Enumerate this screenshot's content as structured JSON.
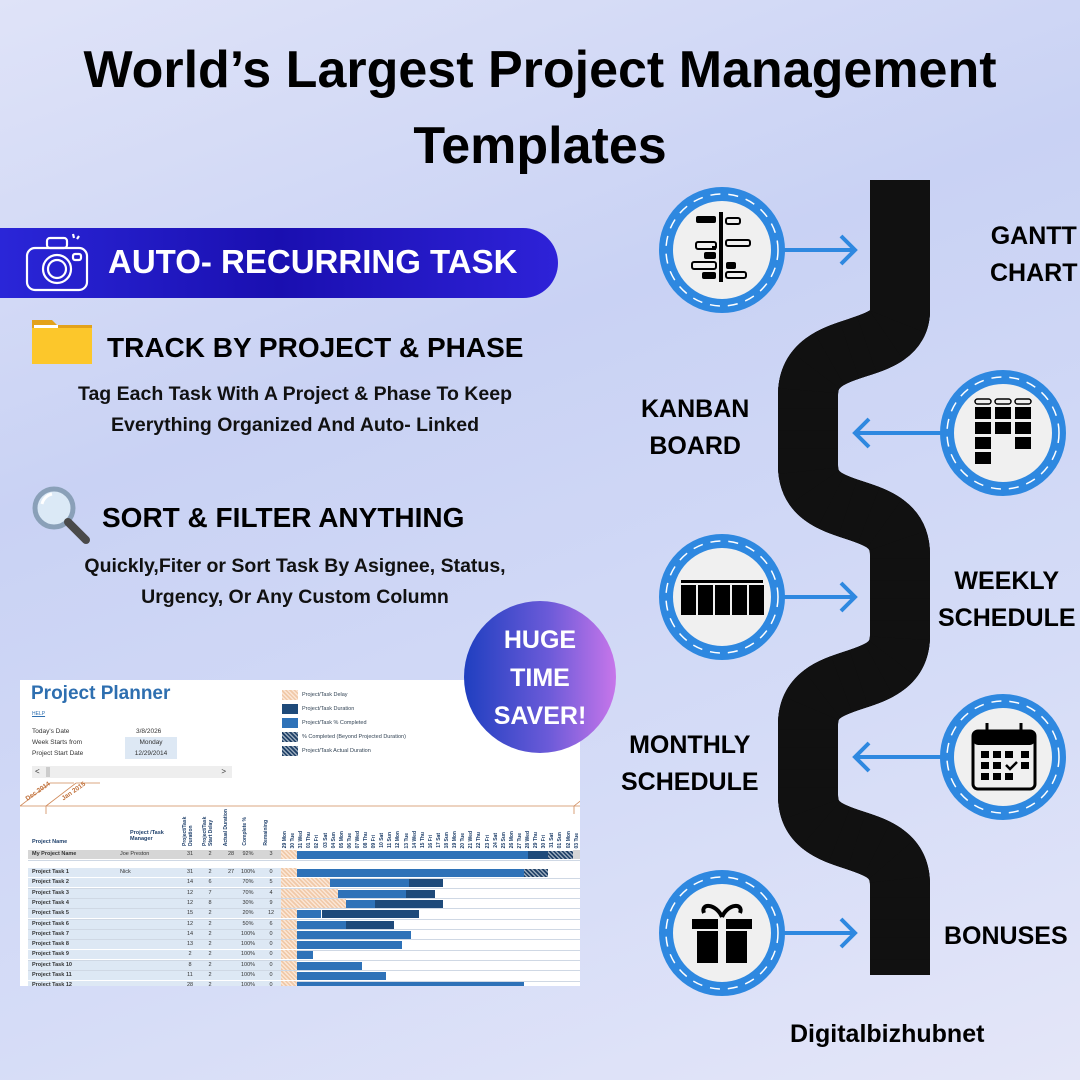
{
  "title": {
    "line1": "World’s Largest Project Management",
    "line2": "Templates"
  },
  "features": {
    "badge": "AUTO- RECURRING TASK",
    "track": {
      "heading": "TRACK BY PROJECT & PHASE",
      "line1": "Tag Each Task With A Project & Phase To Keep",
      "line2": "Everything Organized And Auto- Linked"
    },
    "sort": {
      "heading": "SORT & FILTER ANYTHING",
      "line1": "Quickly,Fiter or Sort Task By Asignee, Status,",
      "line2": "Urgency, Or Any Custom Column"
    }
  },
  "saver": {
    "l1": "HUGE",
    "l2": "TIME",
    "l3": "SAVER!"
  },
  "planner": {
    "title": "Project Planner",
    "help": "HELP",
    "todays_date_label": "Today's Date",
    "todays_date": "3/8/2026",
    "week_start_label": "Week Starts from",
    "week_start": "Monday",
    "start_date_label": "Project Start Date",
    "start_date": "12/29/2014",
    "scroll_left": "<",
    "scroll_right": ">",
    "legend": [
      "Project/Task Delay",
      "Project/Task Duration",
      "Project/Task % Completed",
      "% Completed (Beyond Projected Duration)",
      "Project/Task Actual Duration"
    ],
    "months": [
      "Dec 2014",
      "Jan 2015"
    ],
    "headers": {
      "name": "Project Name",
      "manager": "Project /Task Manager",
      "duration": "Project/Task Duration",
      "delay": "Project/Task Start Delay",
      "actual": "Actual Duration",
      "complete": "Complete %",
      "remaining": "Remaining"
    },
    "days": [
      "29 Mon",
      "30 Tue",
      "31 Wed",
      "01 Thu",
      "02 Fri",
      "03 Sat",
      "04 Sun",
      "05 Mon",
      "06 Tue",
      "07 Wed",
      "08 Thu",
      "09 Fri",
      "10 Sat",
      "11 Sun",
      "12 Mon",
      "13 Tue",
      "14 Wed",
      "15 Thu",
      "16 Fri",
      "17 Sat",
      "18 Sun",
      "19 Mon",
      "20 Tue",
      "21 Wed",
      "22 Thu",
      "23 Fri",
      "24 Sat",
      "25 Sun",
      "26 Mon",
      "27 Tue",
      "28 Wed",
      "29 Thu",
      "30 Fri",
      "31 Sat",
      "01 Sun",
      "02 Mon",
      "03 Tue"
    ],
    "project": {
      "name": "My Project Name",
      "manager": "Joe Preston",
      "duration": "31",
      "delay": "2",
      "actual": "28",
      "complete": "92%",
      "remaining": "3",
      "pct": 0.92
    },
    "tasks": [
      {
        "name": "Project Task 1",
        "manager": "Nick",
        "duration": "31",
        "delay": "2",
        "actual": "27",
        "complete": "100%",
        "remaining": "0",
        "pct": 1
      },
      {
        "name": "Project Task 2",
        "manager": "",
        "duration": "14",
        "delay": "6",
        "actual": "",
        "complete": "70%",
        "remaining": "5",
        "pct": 0.7
      },
      {
        "name": "Project Task 3",
        "manager": "",
        "duration": "12",
        "delay": "7",
        "actual": "",
        "complete": "70%",
        "remaining": "4",
        "pct": 0.7
      },
      {
        "name": "Project Task 4",
        "manager": "",
        "duration": "12",
        "delay": "8",
        "actual": "",
        "complete": "30%",
        "remaining": "9",
        "pct": 0.3
      },
      {
        "name": "Project Task 5",
        "manager": "",
        "duration": "15",
        "delay": "2",
        "actual": "",
        "complete": "20%",
        "remaining": "12",
        "pct": 0.2
      },
      {
        "name": "Project Task 6",
        "manager": "",
        "duration": "12",
        "delay": "2",
        "actual": "",
        "complete": "50%",
        "remaining": "6",
        "pct": 0.5
      },
      {
        "name": "Project Task 7",
        "manager": "",
        "duration": "14",
        "delay": "2",
        "actual": "",
        "complete": "100%",
        "remaining": "0",
        "pct": 1
      },
      {
        "name": "Project Task 8",
        "manager": "",
        "duration": "13",
        "delay": "2",
        "actual": "",
        "complete": "100%",
        "remaining": "0",
        "pct": 1
      },
      {
        "name": "Project Task 9",
        "manager": "",
        "duration": "2",
        "delay": "2",
        "actual": "",
        "complete": "100%",
        "remaining": "0",
        "pct": 1
      },
      {
        "name": "Project Task 10",
        "manager": "",
        "duration": "8",
        "delay": "2",
        "actual": "",
        "complete": "100%",
        "remaining": "0",
        "pct": 1
      },
      {
        "name": "Project Task 11",
        "manager": "",
        "duration": "11",
        "delay": "2",
        "actual": "",
        "complete": "100%",
        "remaining": "0",
        "pct": 1
      },
      {
        "name": "Project Task 12",
        "manager": "",
        "duration": "28",
        "delay": "2",
        "actual": "",
        "complete": "100%",
        "remaining": "0",
        "pct": 1
      }
    ]
  },
  "roadmap": [
    {
      "label1": "GANTT",
      "label2": "CHART",
      "icon": "gantt-icon"
    },
    {
      "label1": "KANBAN",
      "label2": "BOARD",
      "icon": "kanban-icon"
    },
    {
      "label1": "WEEKLY",
      "label2": "SCHEDULE",
      "icon": "week-icon"
    },
    {
      "label1": "MONTHLY",
      "label2": "SCHEDULE",
      "icon": "calendar-icon"
    },
    {
      "label1": "BONUSES",
      "label2": "",
      "icon": "gift-icon"
    }
  ],
  "brand": "Digitalbizhubnet",
  "colors": {
    "accent": "#2e88e0",
    "badge": "#1a0fb0",
    "bar": "#2e72b8",
    "bar_dark": "#1e4a7a"
  }
}
